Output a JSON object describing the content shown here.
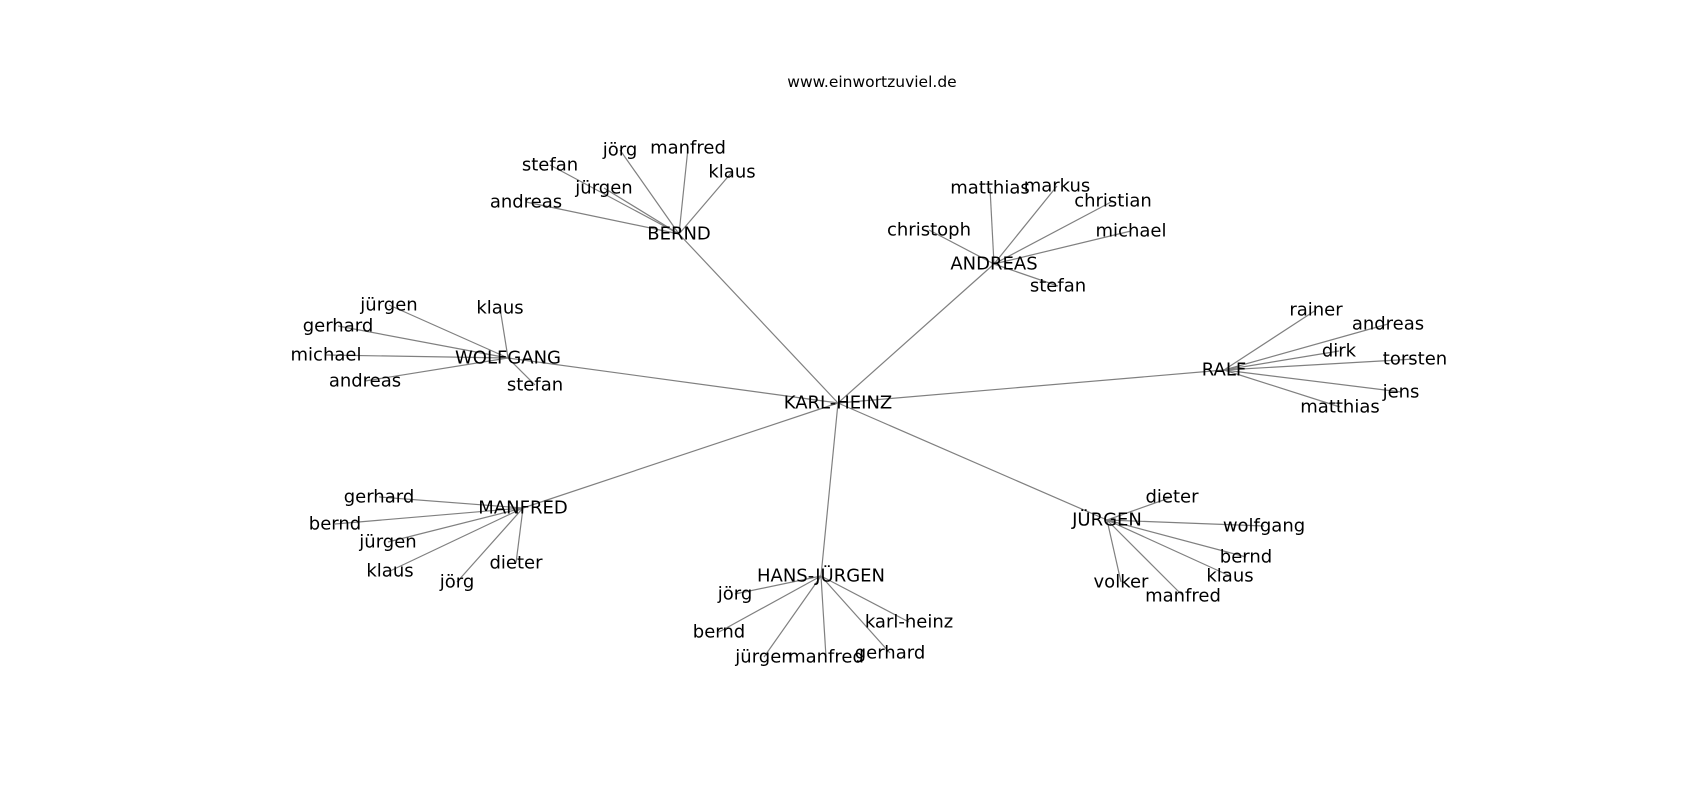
{
  "title": "www.einwortzuviel.de",
  "colors": {
    "edge": "#808080",
    "text": "#000000",
    "background": "#ffffff"
  },
  "graph": {
    "center": "KARL-HEINZ",
    "groups": [
      {
        "name": "BERND",
        "children": [
          "stefan",
          "jörg",
          "manfred",
          "klaus",
          "jürgen",
          "andreas"
        ]
      },
      {
        "name": "ANDREAS",
        "children": [
          "matthias",
          "markus",
          "christian",
          "christoph",
          "michael",
          "stefan"
        ]
      },
      {
        "name": "WOLFGANG",
        "children": [
          "jürgen",
          "klaus",
          "gerhard",
          "michael",
          "andreas",
          "stefan"
        ]
      },
      {
        "name": "RALF",
        "children": [
          "rainer",
          "andreas",
          "dirk",
          "torsten",
          "jens",
          "matthias"
        ]
      },
      {
        "name": "MANFRED",
        "children": [
          "gerhard",
          "bernd",
          "jürgen",
          "dieter",
          "klaus",
          "jörg"
        ]
      },
      {
        "name": "HANS-JÜRGEN",
        "children": [
          "jörg",
          "bernd",
          "karl-heinz",
          "jürgen",
          "manfred",
          "gerhard"
        ]
      },
      {
        "name": "JÜRGEN",
        "children": [
          "dieter",
          "wolfgang",
          "bernd",
          "klaus",
          "volker",
          "manfred"
        ]
      }
    ]
  }
}
